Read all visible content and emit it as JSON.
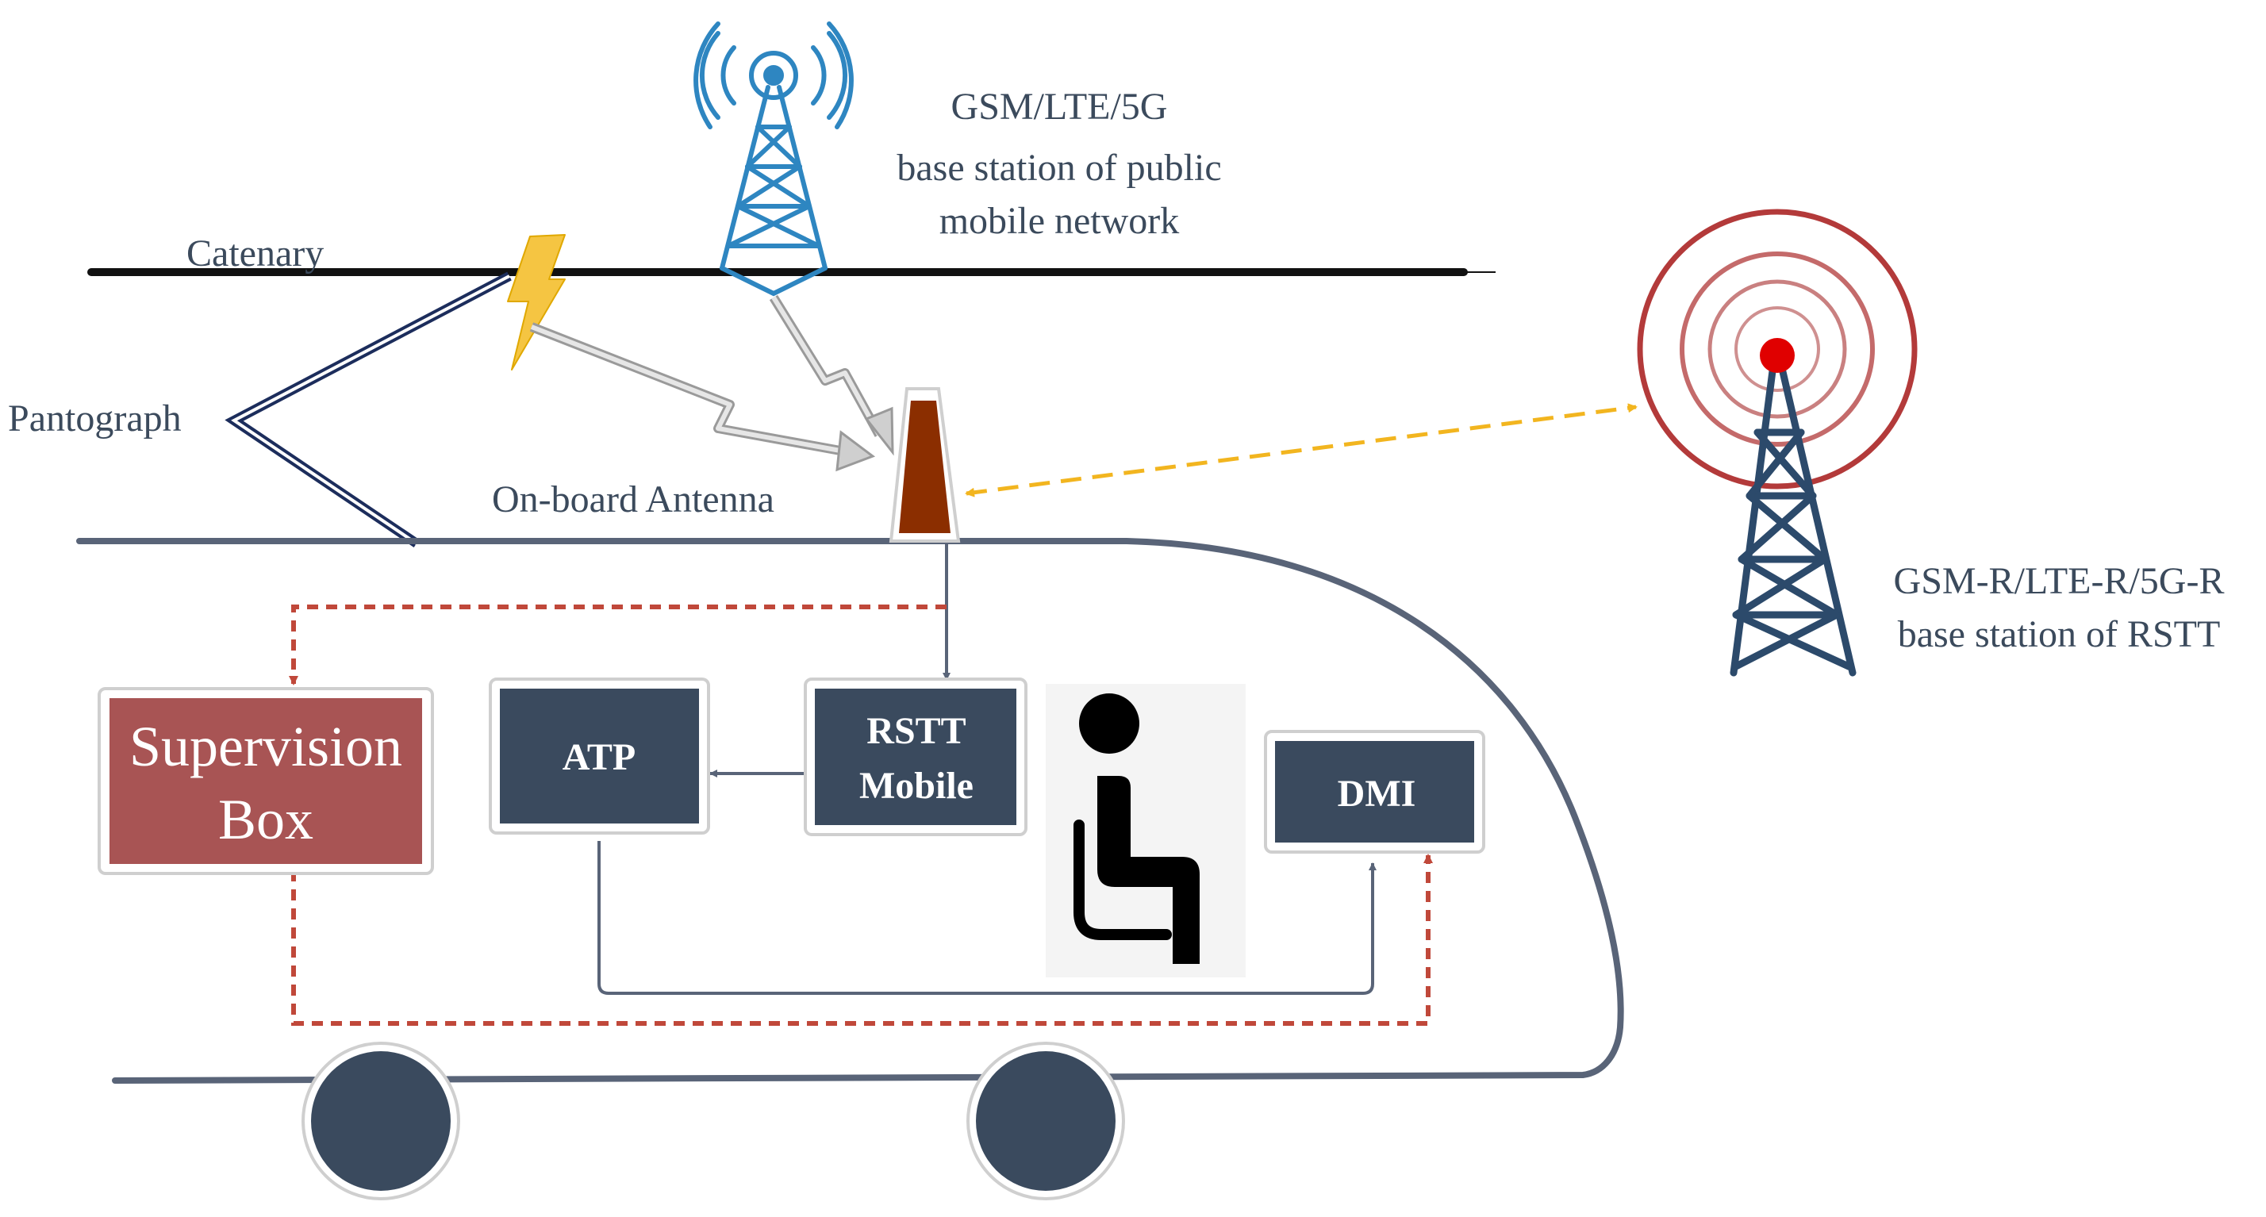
{
  "labels": {
    "catenary": "Catenary",
    "pantograph": "Pantograph",
    "onboard_antenna": "On-board Antenna",
    "public_bs_line1": "GSM/LTE/5G",
    "public_bs_line2": "base station of public",
    "public_bs_line3": "mobile network",
    "rstt_bs_line1": "GSM-R/LTE-R/5G-R",
    "rstt_bs_line2": "base station of RSTT"
  },
  "boxes": {
    "supervision_line1": "Supervision",
    "supervision_line2": "Box",
    "atp": "ATP",
    "rstt_mobile_line1": "RSTT",
    "rstt_mobile_line2": "Mobile",
    "dmi": "DMI"
  },
  "icons": {
    "public_tower": "radio-tower-icon",
    "rstt_tower": "radio-tower-icon",
    "lightning": "lightning-bolt-icon",
    "antenna": "antenna-icon",
    "seated_person": "seated-person-icon",
    "wheel": "wheel-icon"
  },
  "colors": {
    "public_tower": "#2e86c1",
    "rstt_tower": "#2c4a6b",
    "rstt_waves": "#b33a3a",
    "rstt_tower_tip": "#e00000",
    "box_fill": "#3a4a5e",
    "supervision_fill": "#a85454",
    "antenna_fill": "#8b2e00",
    "lightning": "#f5c542",
    "signal_arrow": "#c9c9c9",
    "rstt_link": "#f2b51f",
    "supervision_link": "#c0483a",
    "train_outline": "#596478",
    "wheel_fill": "#3a4a5e"
  }
}
